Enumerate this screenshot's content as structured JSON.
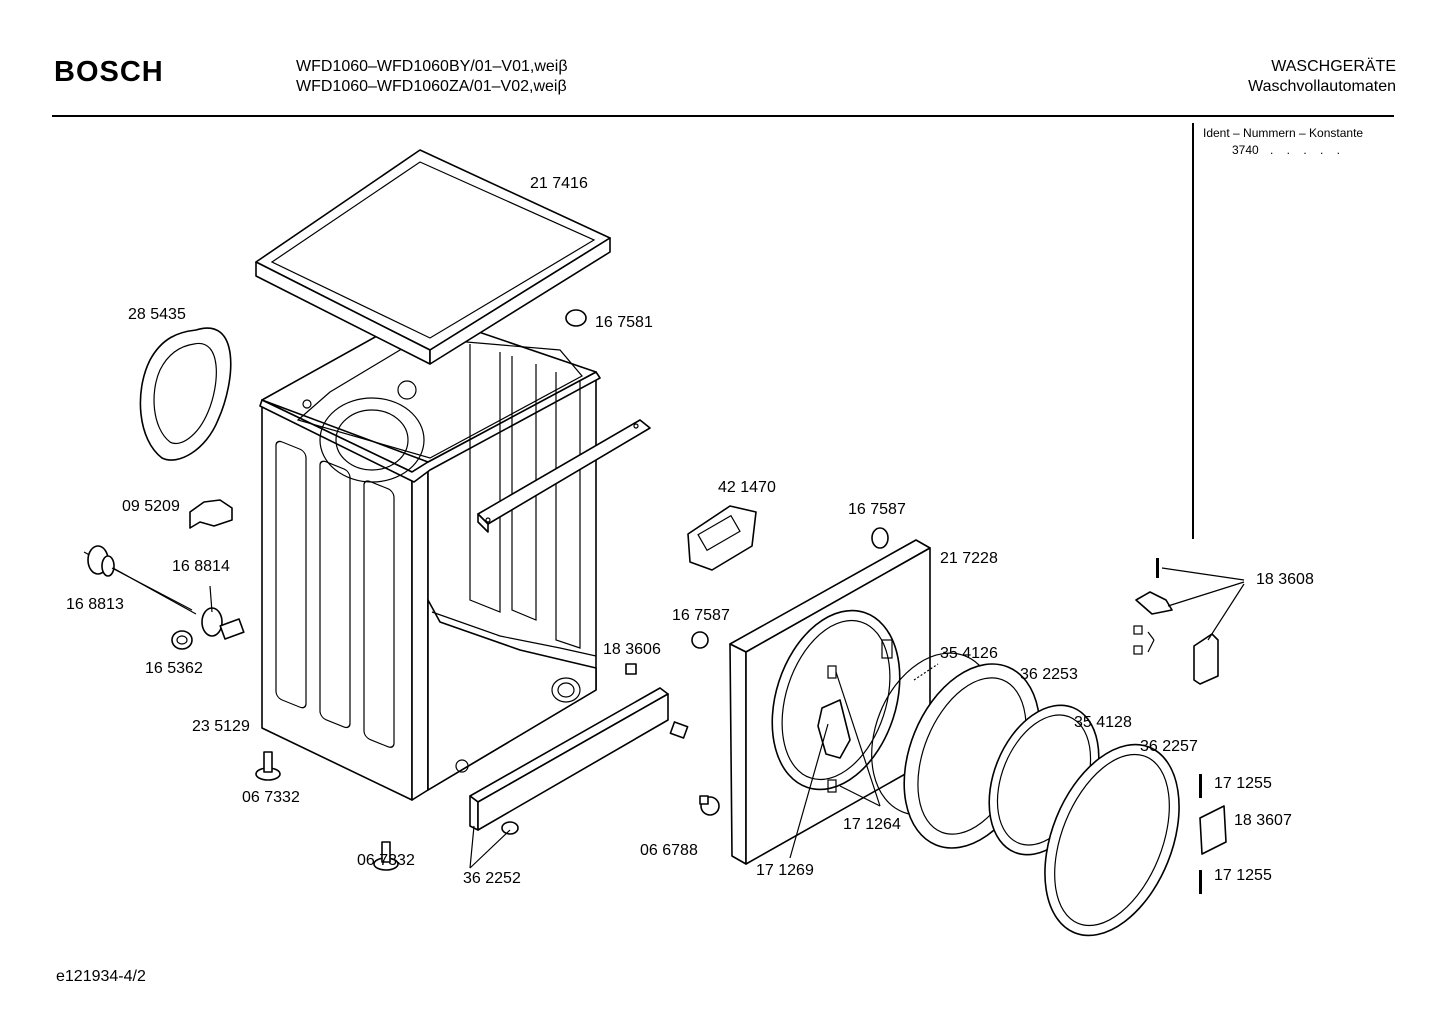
{
  "header": {
    "brand": "BOSCH",
    "model_line_1": "WFD1060–WFD1060BY/01–V01,weiβ",
    "model_line_2": "WFD1060–WFD1060ZA/01–V02,weiβ",
    "category_1": "WASCHGERÄTE",
    "category_2": "Waschvollautomaten"
  },
  "ident": {
    "title": "Ident – Nummern – Konstante",
    "value": "3740",
    "dots": ". . . . ."
  },
  "footer": {
    "drawing_id": "e121934-4/2"
  },
  "parts": [
    "21 7416",
    "16 7581",
    "28 5435",
    "09 5209",
    "16 8814",
    "16 8813",
    "16 5362",
    "23 5129",
    "06 7332",
    "06 7332",
    "36 2252",
    "18 3606",
    "16 7587",
    "06 6788",
    "42 1470",
    "16 7587",
    "21 7228",
    "35 4126",
    "36 2253",
    "35 4128",
    "36 2257",
    "17 1264",
    "17 1269",
    "18 3608",
    "17 1255",
    "18 3607",
    "17 1255"
  ]
}
